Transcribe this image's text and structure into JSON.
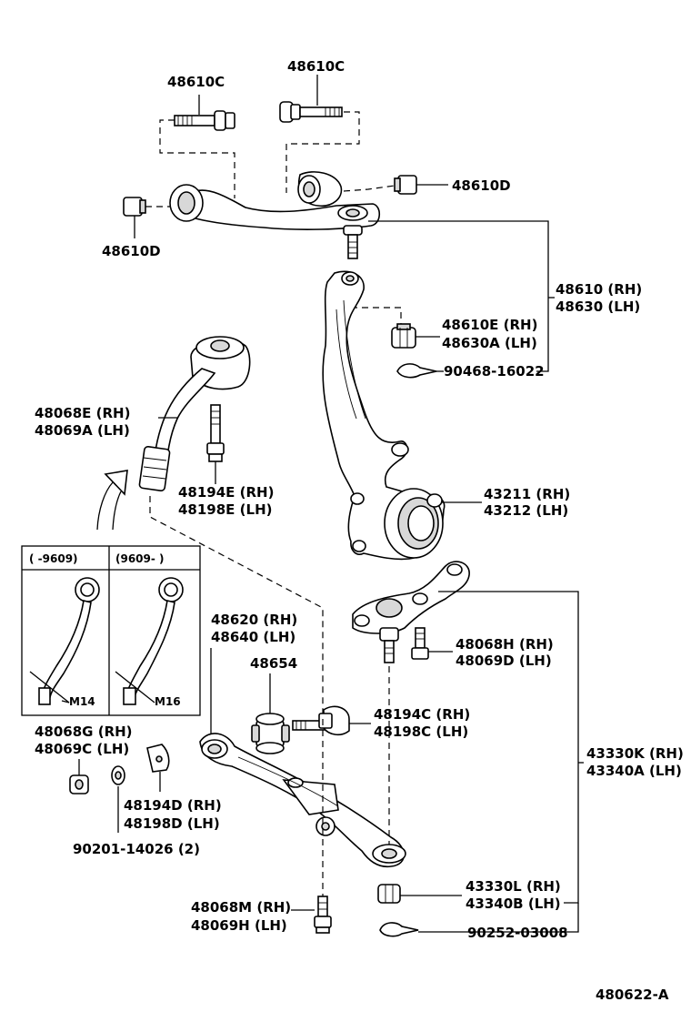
{
  "labels": {
    "bolt_upper_left": "48610C",
    "bolt_upper_right": "48610C",
    "nut_upper_right": "48610D",
    "nut_upper_left": "48610D",
    "upper_arm_rh": "48610 (RH)",
    "upper_arm_lh": "48630 (LH)",
    "upper_nut_rh": "48610E (RH)",
    "upper_nut_lh": "48630A (LH)",
    "upper_pin": "90468-16022",
    "strut_rod_rh": "48068E (RH)",
    "strut_rod_lh": "48069A (LH)",
    "strut_bolt_rh": "48194E (RH)",
    "strut_bolt_lh": "48198E (LH)",
    "knuckle_rh": "43211 (RH)",
    "knuckle_lh": "43212 (LH)",
    "lower_arm_rh": "48620 (RH)",
    "lower_arm_lh": "48640 (LH)",
    "bushing": "48654",
    "ball_bolt_rh": "48068H (RH)",
    "ball_bolt_lh": "48069D (LH)",
    "lower_bolt_rh": "48194C (RH)",
    "lower_bolt_lh": "48198C (LH)",
    "ball_joint_rh": "43330K (RH)",
    "ball_joint_lh": "43340A (LH)",
    "strut_nut_rh": "48068G (RH)",
    "strut_nut_lh": "48069C (LH)",
    "plate_rh": "48194D (RH)",
    "plate_lh": "48198D (LH)",
    "washer": "90201-14026 (2)",
    "lower_nut_rh": "43330L (RH)",
    "lower_nut_lh": "43340B (LH)",
    "lower_pin": "90252-03008",
    "bottom_bolt_rh": "48068M (RH)",
    "bottom_bolt_lh": "48069H (LH)",
    "figure_code": "480622-A"
  },
  "inset": {
    "left_header": "(    -9609)",
    "right_header": "(9609-    )",
    "left_thread": "M14",
    "right_thread": "M16"
  },
  "colors": {
    "line": "#000000",
    "background": "#ffffff",
    "shade": "#d8d8d8"
  }
}
